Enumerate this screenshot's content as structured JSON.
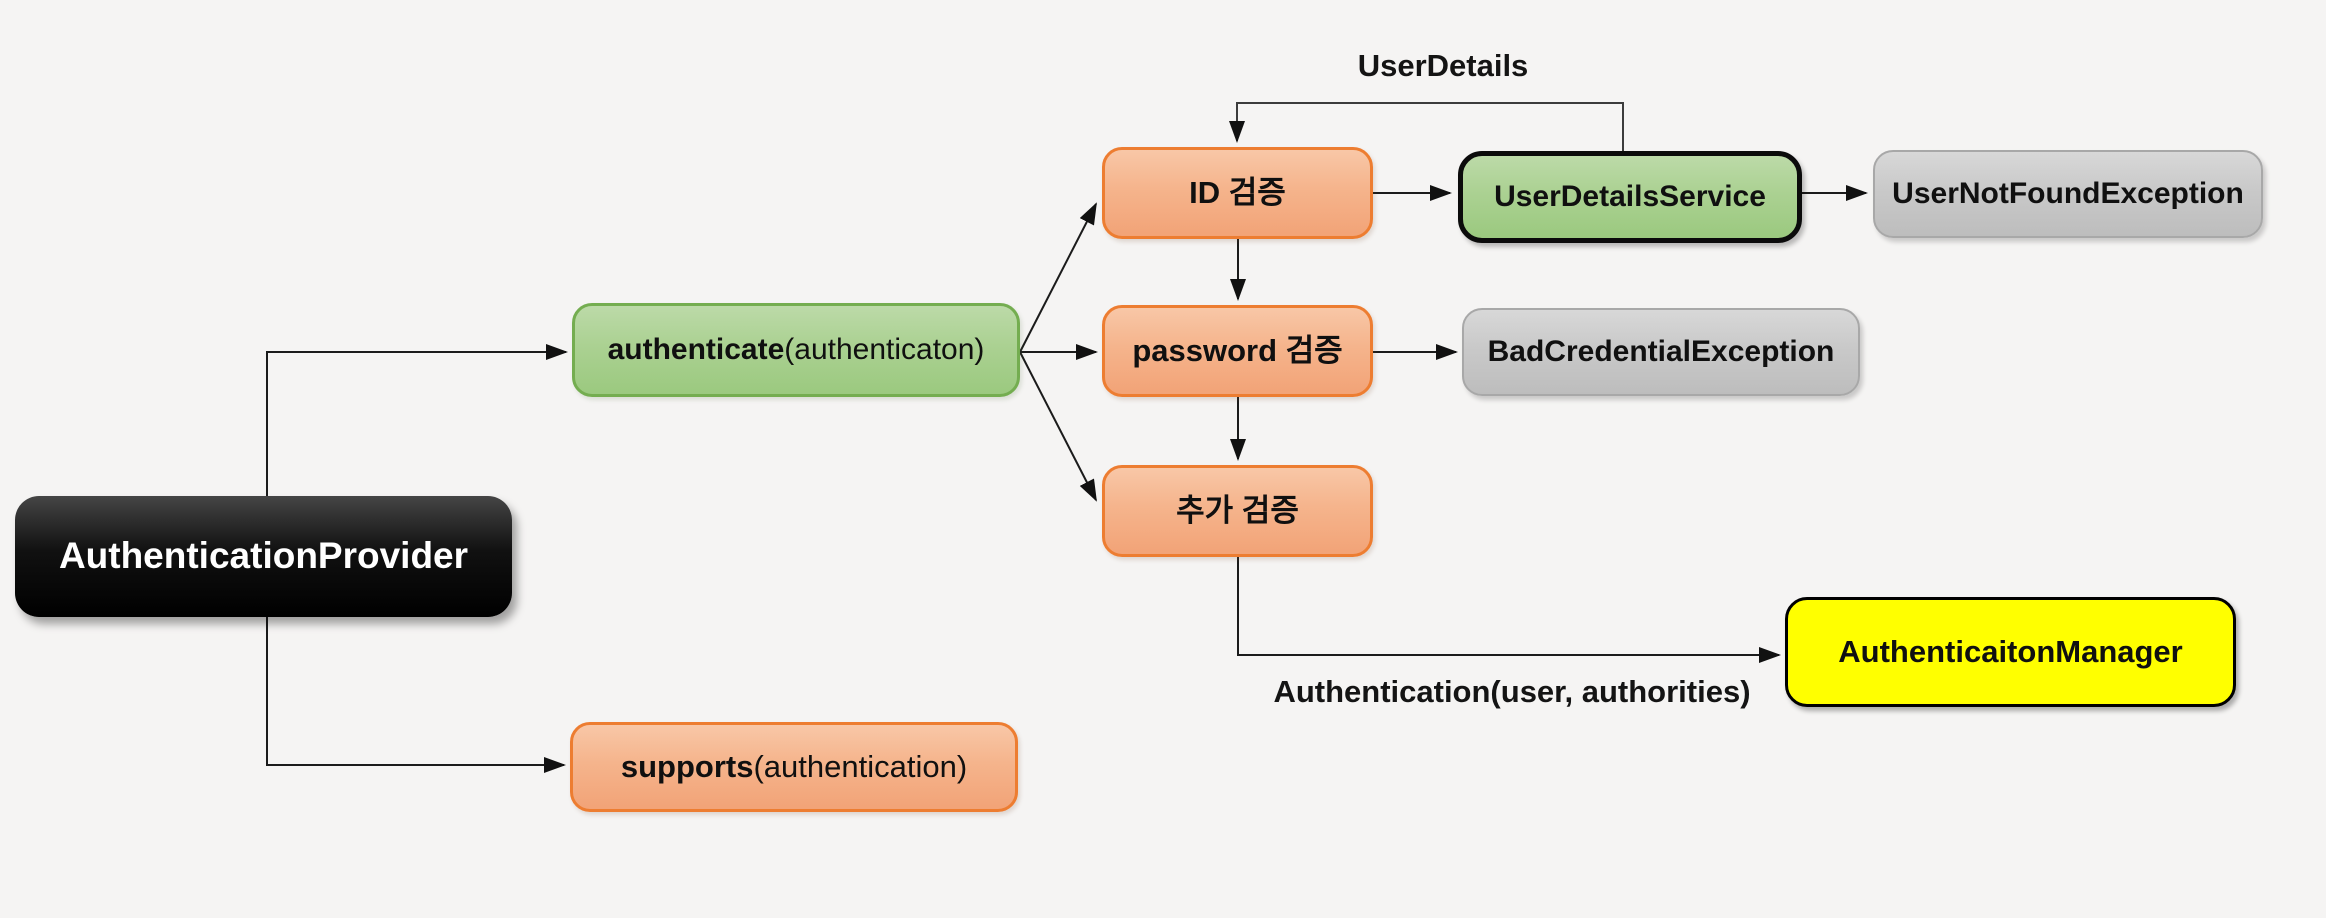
{
  "diagram": {
    "background_color": "#f5f4f3",
    "nodes": {
      "authentication_provider": {
        "label": "AuthenticationProvider",
        "style": "black"
      },
      "authenticate": {
        "label_bold": "authenticate",
        "label_rest": "(authenticaton)",
        "style": "green"
      },
      "supports": {
        "label_bold": "supports",
        "label_rest": "(authentication)",
        "style": "orange"
      },
      "id_check": {
        "label": "ID 검증",
        "style": "orange"
      },
      "password_check": {
        "label": "password 검증",
        "style": "orange"
      },
      "extra_check": {
        "label": "추가 검증",
        "style": "orange"
      },
      "user_details_service": {
        "label": "UserDetailsService",
        "style": "green-blackborder"
      },
      "user_not_found_exception": {
        "label": "UserNotFoundException",
        "style": "gray"
      },
      "bad_credential_exception": {
        "label": "BadCredentialException",
        "style": "gray"
      },
      "authentication_manager": {
        "label": "AuthenticaitonManager",
        "style": "yellow"
      }
    },
    "edge_labels": {
      "user_details": "UserDetails",
      "authentication_args": "Authentication(user, authorities)"
    },
    "edges": [
      {
        "from": "authentication_provider",
        "to": "authenticate"
      },
      {
        "from": "authentication_provider",
        "to": "supports"
      },
      {
        "from": "authenticate",
        "to": "id_check"
      },
      {
        "from": "authenticate",
        "to": "password_check"
      },
      {
        "from": "authenticate",
        "to": "extra_check"
      },
      {
        "from": "id_check",
        "to": "password_check"
      },
      {
        "from": "password_check",
        "to": "extra_check"
      },
      {
        "from": "id_check",
        "to": "user_details_service"
      },
      {
        "from": "user_details_service",
        "to": "user_not_found_exception"
      },
      {
        "from": "user_details_service",
        "to": "id_check",
        "label": "UserDetails"
      },
      {
        "from": "password_check",
        "to": "bad_credential_exception"
      },
      {
        "from": "extra_check",
        "to": "authentication_manager",
        "label": "Authentication(user, authorities)"
      }
    ],
    "palette": {
      "orange_fill": "#f5b48c",
      "orange_border": "#ed7d31",
      "green_fill": "#abd192",
      "green_border": "#74ad50",
      "gray_fill": "#c9c9c9",
      "yellow_fill": "#ffff00",
      "black_fill": "#000000",
      "line_color": "#1b1b1b"
    }
  }
}
